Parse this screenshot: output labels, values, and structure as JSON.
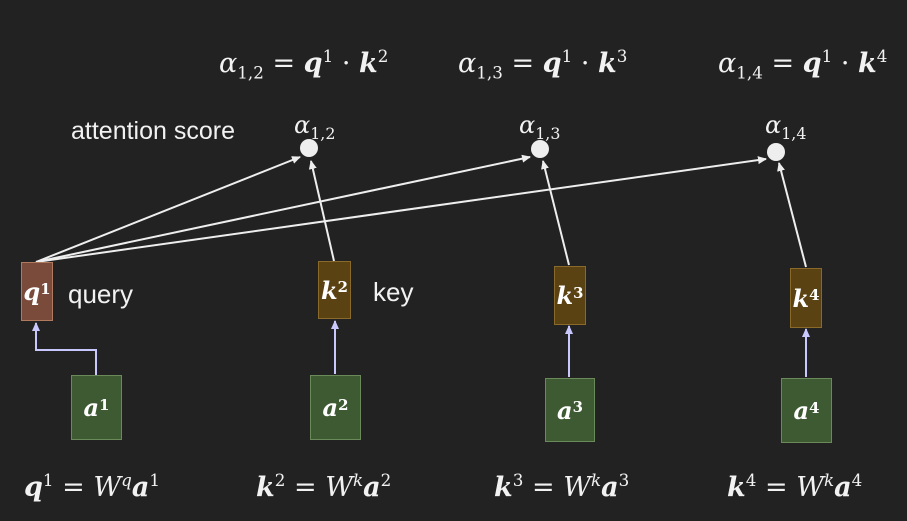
{
  "top_equations": [
    {
      "alpha": "α",
      "sub": "1,2",
      "eq": "=",
      "q": "q",
      "qsup": "1",
      "dot": "·",
      "k": "k",
      "ksup": "2"
    },
    {
      "alpha": "α",
      "sub": "1,3",
      "eq": "=",
      "q": "q",
      "qsup": "1",
      "dot": "·",
      "k": "k",
      "ksup": "3"
    },
    {
      "alpha": "α",
      "sub": "1,4",
      "eq": "=",
      "q": "q",
      "qsup": "1",
      "dot": "·",
      "k": "k",
      "ksup": "4"
    }
  ],
  "score_label": "attention score",
  "scores": [
    {
      "alpha": "α",
      "sub": "1,2"
    },
    {
      "alpha": "α",
      "sub": "1,3"
    },
    {
      "alpha": "α",
      "sub": "1,4"
    }
  ],
  "query_box": {
    "sym": "q",
    "sup": "1",
    "label": "query"
  },
  "key_boxes": [
    {
      "sym": "k",
      "sup": "2",
      "label": "key"
    },
    {
      "sym": "k",
      "sup": "3"
    },
    {
      "sym": "k",
      "sup": "4"
    }
  ],
  "input_boxes": [
    {
      "sym": "a",
      "sup": "1"
    },
    {
      "sym": "a",
      "sup": "2"
    },
    {
      "sym": "a",
      "sup": "3"
    },
    {
      "sym": "a",
      "sup": "4"
    }
  ],
  "bottom_equations": [
    {
      "lhs": "q",
      "lhs_sup": "1",
      "eq": "=",
      "W": "W",
      "W_sup": "q",
      "rhs": "a",
      "rhs_sup": "1"
    },
    {
      "lhs": "k",
      "lhs_sup": "2",
      "eq": "=",
      "W": "W",
      "W_sup": "k",
      "rhs": "a",
      "rhs_sup": "2"
    },
    {
      "lhs": "k",
      "lhs_sup": "3",
      "eq": "=",
      "W": "W",
      "W_sup": "k",
      "rhs": "a",
      "rhs_sup": "3"
    },
    {
      "lhs": "k",
      "lhs_sup": "4",
      "eq": "=",
      "W": "W",
      "W_sup": "k",
      "rhs": "a",
      "rhs_sup": "4"
    }
  ],
  "colors": {
    "background": "#222222",
    "query_box": "#7a4a3a",
    "key_box": "#5a4213",
    "input_box": "#3e5a33",
    "score_arrow": "#eeeeee",
    "input_arrow": "#c8c8ff"
  }
}
